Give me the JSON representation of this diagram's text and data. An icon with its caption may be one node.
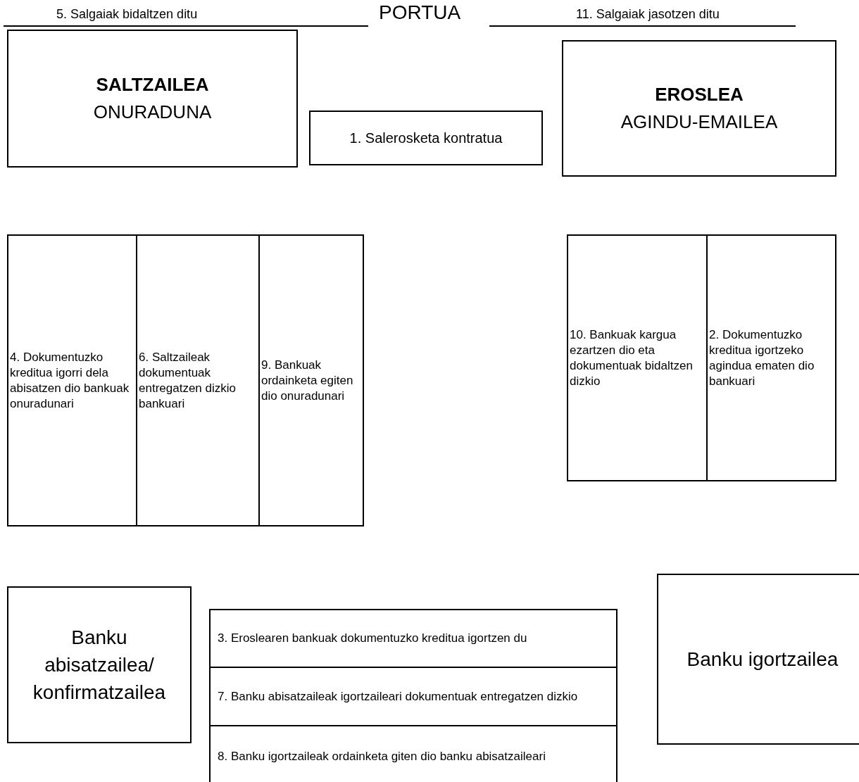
{
  "diagram": {
    "nodes": [
      {
        "text": [
          "SALTZAILEA",
          "ONURADUNA"
        ]
      },
      {
        "text": [
          "1. Salerosketa kontratua"
        ]
      },
      {
        "text": [
          "EROSLEA",
          "AGINDU-EMAILEA"
        ]
      },
      {
        "text": [
          "4. Dokumentuzko kreditua igorri dela abisatzen dio bankuak onuradunari"
        ]
      },
      {
        "text": [
          "6. Saltzaileak dokumentuak entregatzen dizkio bankuari"
        ]
      },
      {
        "text": [
          "9. Bankuak ordainketa egiten dio onuradunari"
        ]
      },
      {
        "text": [
          "10. Bankuak kargua ezartzen dio eta dokumentuak bidaltzen dizkio"
        ]
      },
      {
        "text": [
          "2. Dokumentuzko kreditua igortzeko agindua ematen dio bankuari"
        ]
      },
      {
        "text": [
          "Banku abisatzailea/ konfirmatzailea"
        ]
      },
      {
        "text": [
          "3. Eroslearen bankuak dokumentuzko kreditua igortzen du"
        ]
      },
      {
        "text": [
          "7. Banku abisatzaileak igortzaileari dokumentuak entregatzen dizkio"
        ]
      },
      {
        "text": [
          "8. Banku igortzaileak ordainketa giten dio banku abisatzaileari"
        ]
      },
      {
        "text": [
          "Banku igortzailea"
        ]
      }
    ],
    "labels": [
      "5. Salgaiak bidaltzen ditu",
      "PORTUA",
      "11. Salgaiak jasotzen ditu"
    ]
  }
}
